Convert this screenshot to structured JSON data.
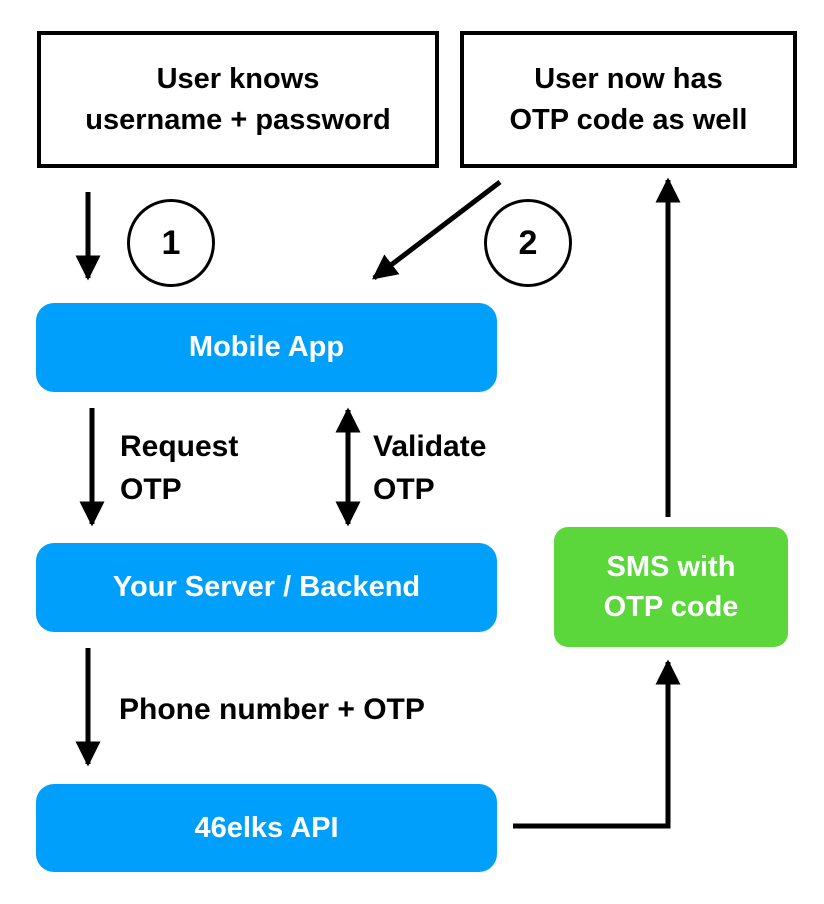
{
  "top_left_box": {
    "line1": "User knows",
    "line2": "username + password"
  },
  "top_right_box": {
    "line1": "User now has",
    "line2": "OTP code as well"
  },
  "step_markers": {
    "step1": "1",
    "step2": "2"
  },
  "nodes": {
    "mobile_app": "Mobile App",
    "backend": "Your Server / Backend",
    "api": "46elks API",
    "sms": {
      "line1": "SMS with",
      "line2": "OTP code"
    }
  },
  "edge_labels": {
    "request": {
      "line1": "Request",
      "line2": "OTP"
    },
    "validate": {
      "line1": "Validate",
      "line2": "OTP"
    },
    "phone": "Phone number + OTP"
  },
  "colors": {
    "node_blue": "#009ffb",
    "node_green": "#5bd63b",
    "stroke": "#000000"
  }
}
